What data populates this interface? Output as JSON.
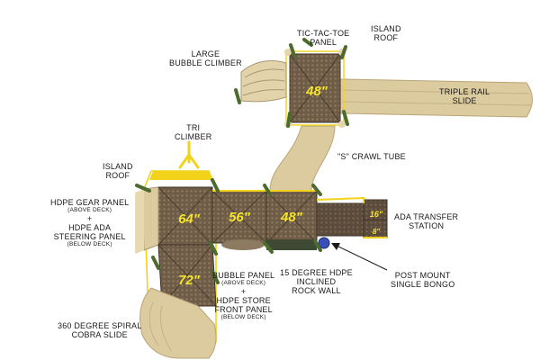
{
  "labels": {
    "tic_tac_toe": [
      "TIC-TAC-TOE",
      "PANEL"
    ],
    "island_roof_top": [
      "ISLAND",
      "ROOF"
    ],
    "large_bubble": [
      "LARGE",
      "BUBBLE CLIMBER"
    ],
    "triple_rail": [
      "TRIPLE RAIL",
      "SLIDE"
    ],
    "tri_climber": [
      "TRI",
      "CLIMBER"
    ],
    "s_crawl": "\"S\" CRAWL TUBE",
    "island_roof_left": [
      "ISLAND",
      "ROOF"
    ],
    "hdpe_gear": {
      "line1": "HDPE GEAR PANEL",
      "line2": "(ABOVE DECK)",
      "plus": "+",
      "line3": "HDPE ADA",
      "line4": "STEERING PANEL",
      "line5": "(BELOW DECK)"
    },
    "ada_transfer": [
      "ADA TRANSFER",
      "STATION"
    ],
    "bubble_panel": {
      "line1": "BUBBLE PANEL",
      "line2": "(ABOVE DECK)",
      "plus": "+",
      "line3": "HDPE STORE",
      "line4": "FRONT PANEL",
      "line5": "(BELOW DECK)"
    },
    "rock_wall": [
      "15 DEGREE HDPE",
      "INCLINED",
      "ROCK WALL"
    ],
    "post_mount": [
      "POST MOUNT",
      "SINGLE BONGO"
    ],
    "spiral_slide": [
      "360 DEGREE SPIRAL",
      "COBRA SLIDE"
    ]
  },
  "deck_sizes": {
    "top": "48\"",
    "left": "64\"",
    "middle": "56\"",
    "right": "48\"",
    "bottom": "72\"",
    "transfer_high": "16\"",
    "transfer_low": "8\""
  },
  "colors": {
    "tan": "#d9c79a",
    "deck": "#6b5a45",
    "post": "#4d6b2f",
    "roof": "#f2d21b",
    "bongo": "#3a4fb5",
    "dim_text": "#f5e52a"
  }
}
